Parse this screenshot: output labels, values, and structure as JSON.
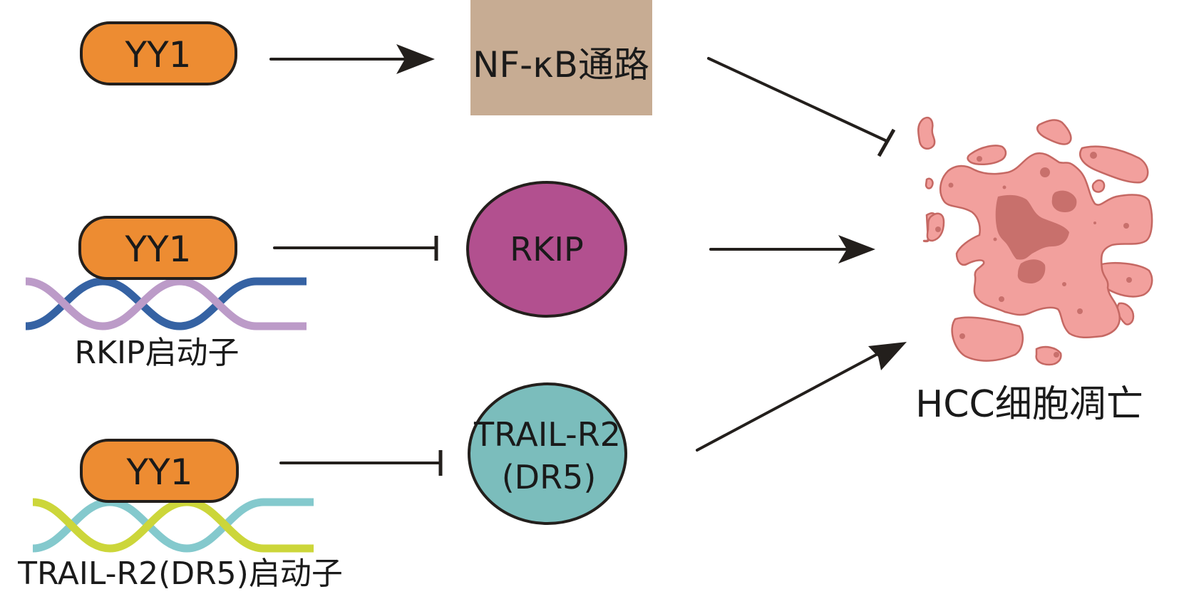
{
  "diagram": {
    "rows": [
      {
        "source": {
          "label": "YY1",
          "color": "#ED8C32"
        },
        "relation": "activates",
        "target": {
          "label": "NF-κB通路",
          "shape": "rectangle",
          "color": "#C7AC93"
        },
        "target_effect": "inhibits"
      },
      {
        "source": {
          "label": "YY1",
          "color": "#ED8C32"
        },
        "promoter": {
          "label": "RKIP启动子",
          "strand_colors": [
            "#3562A3",
            "#BC9BC8"
          ]
        },
        "relation": "inhibits",
        "target": {
          "label": "RKIP",
          "shape": "ellipse",
          "color": "#B2508F"
        },
        "target_effect": "promotes"
      },
      {
        "source": {
          "label": "YY1",
          "color": "#ED8C32"
        },
        "promoter": {
          "label": "TRAIL-R2(DR5)启动子",
          "strand_colors": [
            "#84C9CD",
            "#CCD63A"
          ]
        },
        "relation": "inhibits",
        "target": {
          "label_line1": "TRAIL-R2",
          "label_line2": "(DR5)",
          "shape": "ellipse",
          "color": "#7BBDBC"
        },
        "target_effect": "promotes"
      }
    ],
    "outcome": {
      "label": "HCC细胞凋亡",
      "cell_color": "#F2A09D",
      "nucleus_color": "#C8706C",
      "outline_color": "#C56863"
    }
  }
}
